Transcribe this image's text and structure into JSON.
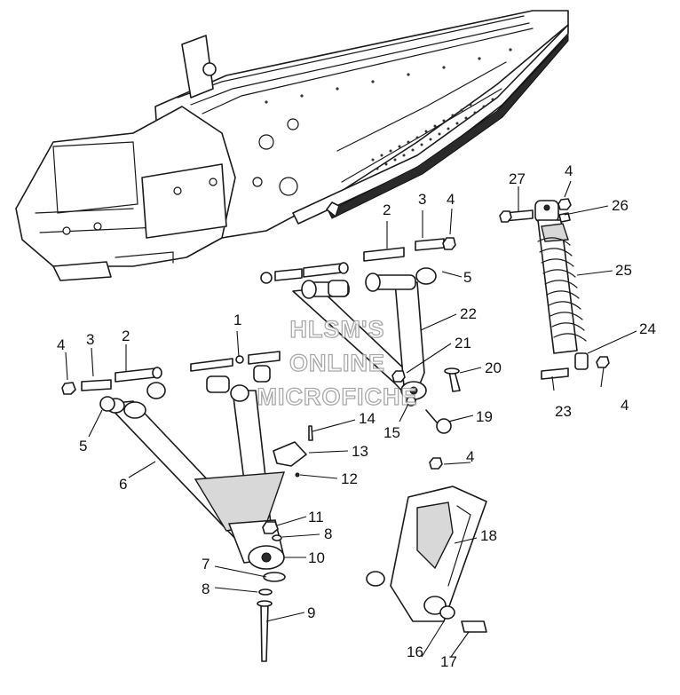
{
  "watermark": {
    "line1": "HLSM'S",
    "line2": "ONLINE",
    "line3": "MICROFICHE"
  },
  "callouts": {
    "c1": "1",
    "c2a": "2",
    "c2b": "2",
    "c3a": "3",
    "c3b": "3",
    "c4a": "4",
    "c4b": "4",
    "c4c": "4",
    "c4d": "4",
    "c4e": "4",
    "c5a": "5",
    "c5b": "5",
    "c6": "6",
    "c7": "7",
    "c8a": "8",
    "c8b": "8",
    "c9": "9",
    "c10": "10",
    "c11": "11",
    "c12": "12",
    "c13": "13",
    "c14": "14",
    "c15": "15",
    "c16": "16",
    "c17": "17",
    "c18": "18",
    "c19": "19",
    "c20": "20",
    "c21": "21",
    "c22": "22",
    "c23": "23",
    "c24": "24",
    "c25": "25",
    "c26": "26",
    "c27": "27"
  }
}
